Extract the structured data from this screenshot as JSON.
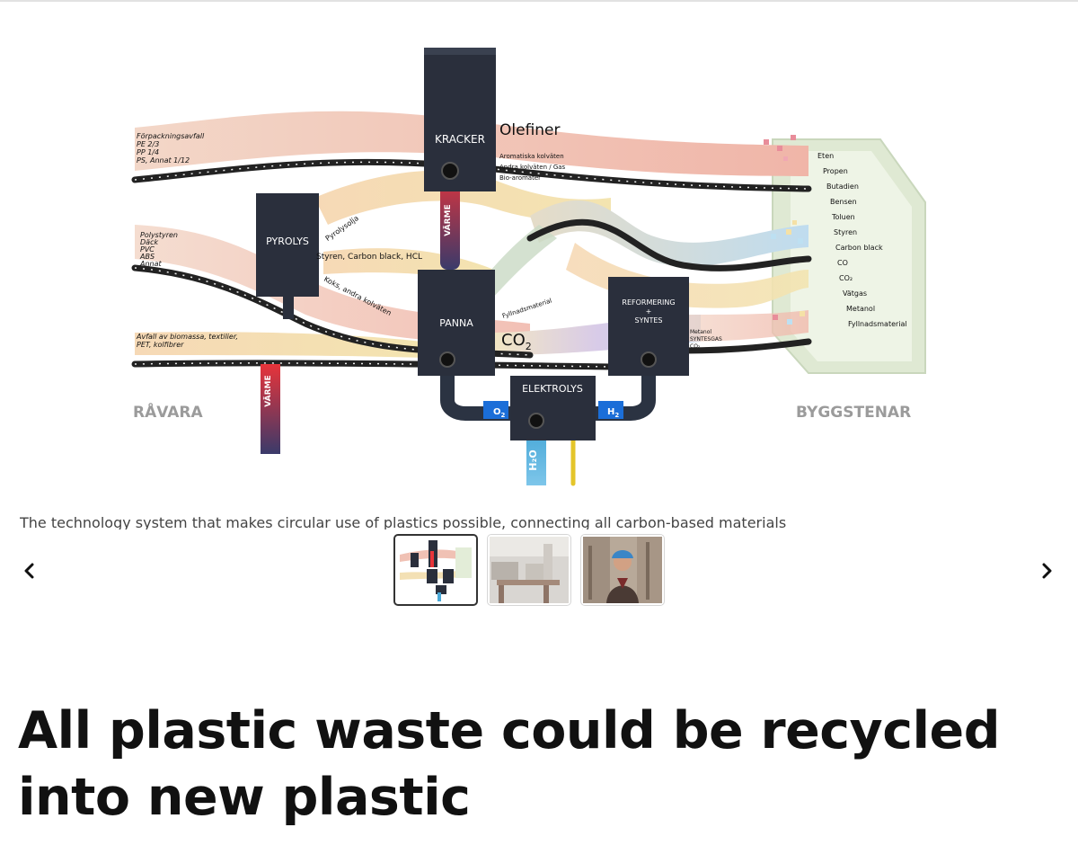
{
  "gallery": {
    "caption": "The technology system that makes circular use of plastics possible, connecting all carbon-based materials",
    "prev_icon": "chevron-left-icon",
    "next_icon": "chevron-right-icon",
    "thumbnails": [
      {
        "label": "diagram-thumbnail",
        "active": true
      },
      {
        "label": "laboratory-thumbnail",
        "active": false
      },
      {
        "label": "researcher-thumbnail",
        "active": false
      }
    ]
  },
  "diagram": {
    "boxes": {
      "kracker": "KRACKER",
      "pyrolys": "PYROLYS",
      "panna": "PANNA",
      "reformering": "REFORMERING",
      "plus": "+",
      "syntes": "SYNTES",
      "elektrolys": "ELEKTROLYS"
    },
    "heat_label": "VÄRME",
    "olefiner": "Olefiner",
    "co2": "CO",
    "co2_sub": "2",
    "o2": "O",
    "o2_sub": "2",
    "h2": "H",
    "h2_sub": "2",
    "h2o": "H₂O",
    "lightning": "⚡",
    "section_left": "RÅVARA",
    "section_right": "BYGGSTENAR",
    "input_groups": [
      [
        "Förpackningsavfall",
        "PE 2/3",
        "PP 1/4",
        "PS, Annat 1/12"
      ],
      [
        "Polystyren",
        "Däck",
        "PVC",
        "ABS",
        "Annat"
      ],
      [
        "Avfall av biomassa, textilier,",
        "PET, kolfibrer"
      ]
    ],
    "flow_labels": {
      "aromatic": "Aromatiska kolväten",
      "other": "Andra kolväten / Gas",
      "bio": "Bio-aromater",
      "pyrolysolja": "Pyrolysolja",
      "styren": "Styren, Carbon black, HCL",
      "koks": "Koks, andra kolväten",
      "fyllnad": "Fyllnadsmaterial",
      "metanol": "Metanol",
      "syntesgas": "SYNTESGAS",
      "co2_small": "CO₂"
    },
    "outputs": [
      "Eten",
      "Propen",
      "Butadien",
      "Bensen",
      "Toluen",
      "Styren",
      "Carbon black",
      "CO",
      "CO₂",
      "Vätgas",
      "Metanol",
      "Fyllnadsmaterial"
    ]
  },
  "article": {
    "title": "All plastic waste could be recycled into new plastic"
  }
}
